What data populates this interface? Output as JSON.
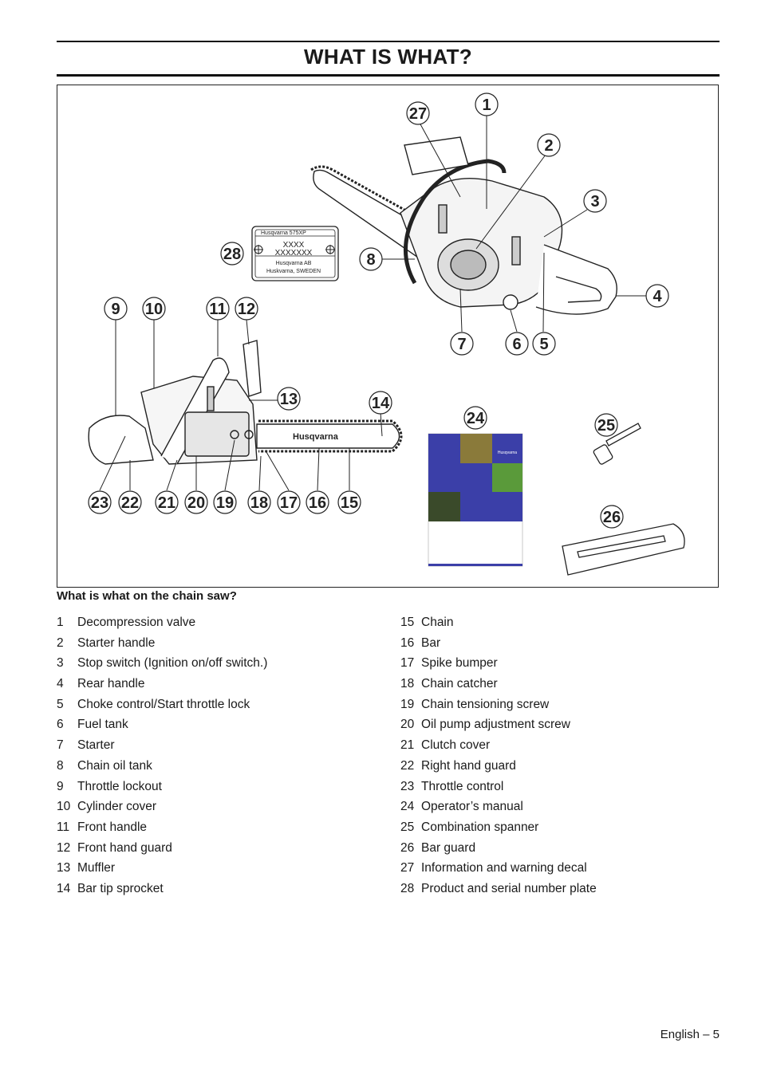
{
  "page": {
    "title": "WHAT IS WHAT?",
    "caption": "What is what on the chain saw?",
    "footer": "English – 5"
  },
  "figure": {
    "plate": {
      "model": "Husqvarna 575XP",
      "line1": "XXXX",
      "line2": "XXXXXXX",
      "maker": "Husqvarna AB",
      "place": "Huskvarna, SWEDEN"
    },
    "bar_brand": "Husqvarna",
    "manual_brand": "Husqvarna",
    "callouts": [
      "1",
      "2",
      "3",
      "4",
      "5",
      "6",
      "7",
      "8",
      "9",
      "10",
      "11",
      "12",
      "13",
      "14",
      "15",
      "16",
      "17",
      "18",
      "19",
      "20",
      "21",
      "22",
      "23",
      "24",
      "25",
      "26",
      "27",
      "28"
    ]
  },
  "parts_left": [
    {
      "num": "1",
      "label": "Decompression valve"
    },
    {
      "num": "2",
      "label": "Starter handle"
    },
    {
      "num": "3",
      "label": "Stop switch (Ignition on/off switch.)"
    },
    {
      "num": "4",
      "label": "Rear handle"
    },
    {
      "num": "5",
      "label": "Choke control/Start throttle lock"
    },
    {
      "num": "6",
      "label": "Fuel tank"
    },
    {
      "num": "7",
      "label": "Starter"
    },
    {
      "num": "8",
      "label": "Chain oil tank"
    },
    {
      "num": "9",
      "label": "Throttle lockout"
    },
    {
      "num": "10",
      "label": "Cylinder cover"
    },
    {
      "num": "11",
      "label": "Front handle"
    },
    {
      "num": "12",
      "label": "Front hand guard"
    },
    {
      "num": "13",
      "label": "Muffler"
    },
    {
      "num": "14",
      "label": "Bar tip sprocket"
    }
  ],
  "parts_right": [
    {
      "num": "15",
      "label": "Chain"
    },
    {
      "num": "16",
      "label": "Bar"
    },
    {
      "num": "17",
      "label": "Spike bumper"
    },
    {
      "num": "18",
      "label": "Chain catcher"
    },
    {
      "num": "19",
      "label": "Chain tensioning screw"
    },
    {
      "num": "20",
      "label": "Oil pump adjustment screw"
    },
    {
      "num": "21",
      "label": "Clutch cover"
    },
    {
      "num": "22",
      "label": "Right hand guard"
    },
    {
      "num": "23",
      "label": "Throttle control"
    },
    {
      "num": "24",
      "label": "Operator’s manual"
    },
    {
      "num": "25",
      "label": "Combination spanner"
    },
    {
      "num": "26",
      "label": "Bar guard"
    },
    {
      "num": "27",
      "label": "Information and warning decal"
    },
    {
      "num": "28",
      "label": "Product and serial number plate"
    }
  ],
  "colors": {
    "manual_blue": "#3b3fa8",
    "ink": "#1a1a1a"
  }
}
